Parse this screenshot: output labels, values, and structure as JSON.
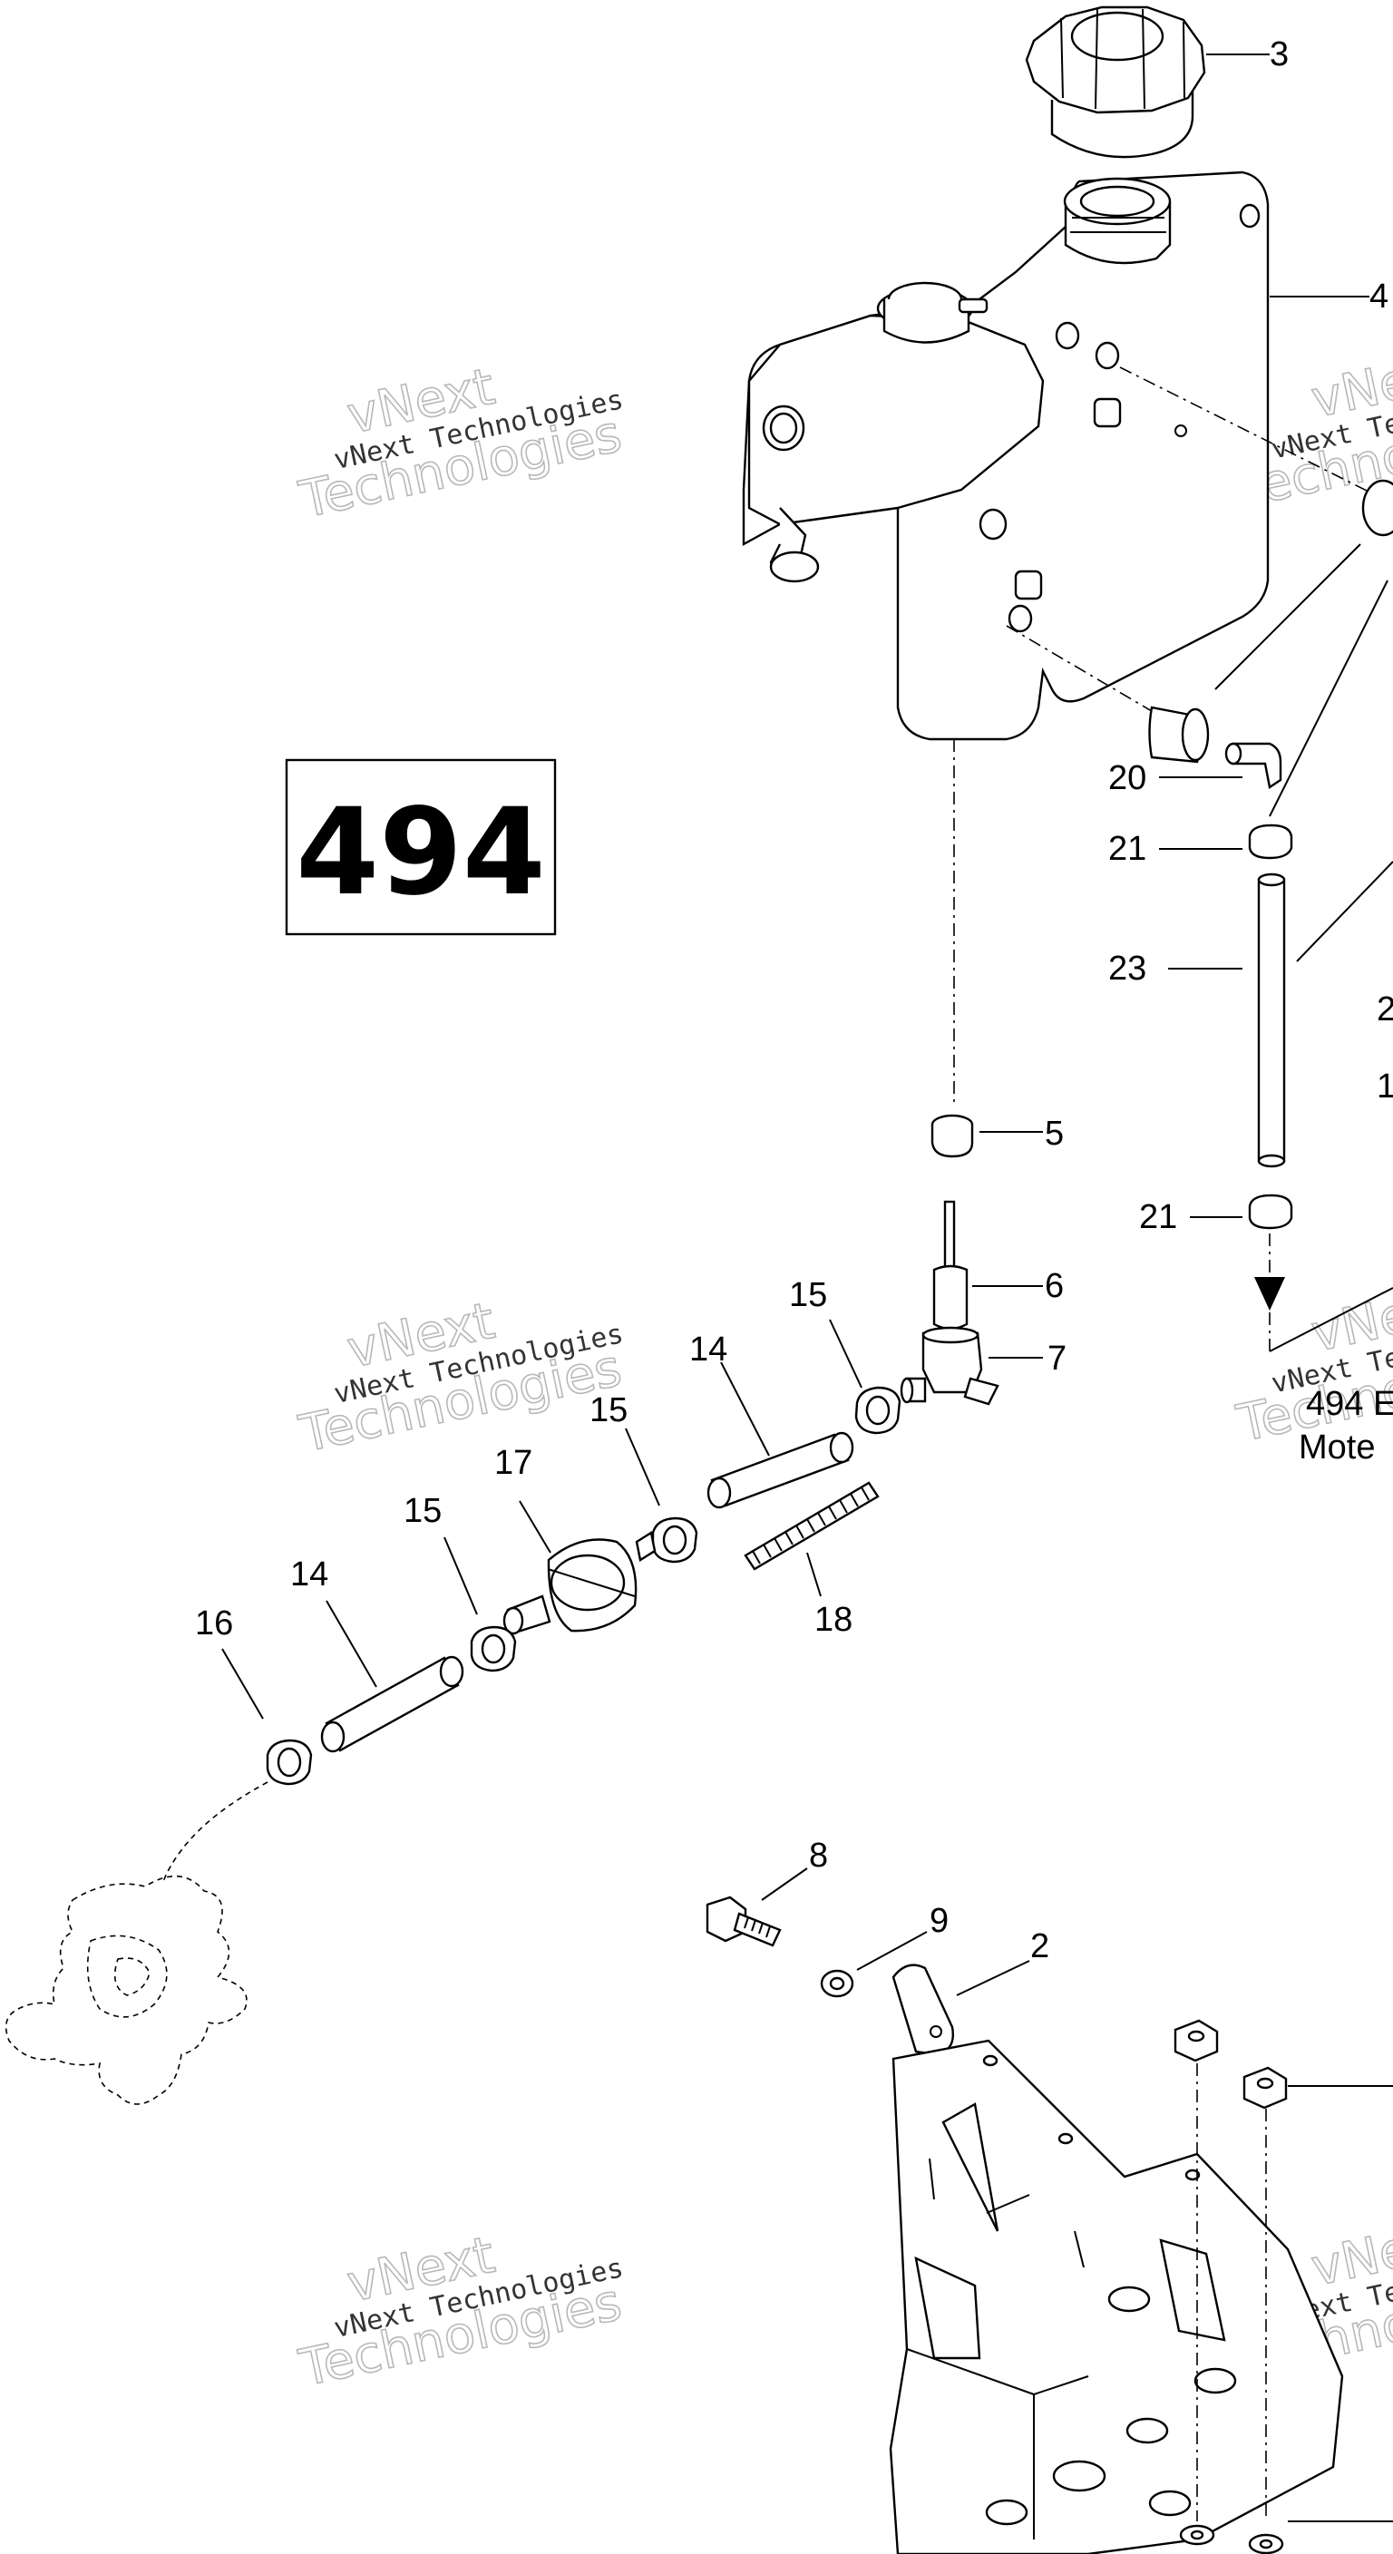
{
  "diagram": {
    "model_number": "494",
    "watermark": {
      "line1": "vNext",
      "line2": "vNext Technologies",
      "line3": "Technologies"
    },
    "callouts": {
      "c2": "2",
      "c3": "3",
      "c4": "4",
      "c5": "5",
      "c6": "6",
      "c7": "7",
      "c8": "8",
      "c9": "9",
      "c14a": "14",
      "c14b": "14",
      "c15a": "15",
      "c15b": "15",
      "c15c": "15",
      "c16": "16",
      "c17": "17",
      "c18": "18",
      "c20": "20",
      "c21a": "21",
      "c21b": "21",
      "c23": "23",
      "edge_2": "2",
      "edge_1": "1"
    },
    "cross_reference": {
      "line1": "494 E",
      "line2": "Mote"
    }
  }
}
